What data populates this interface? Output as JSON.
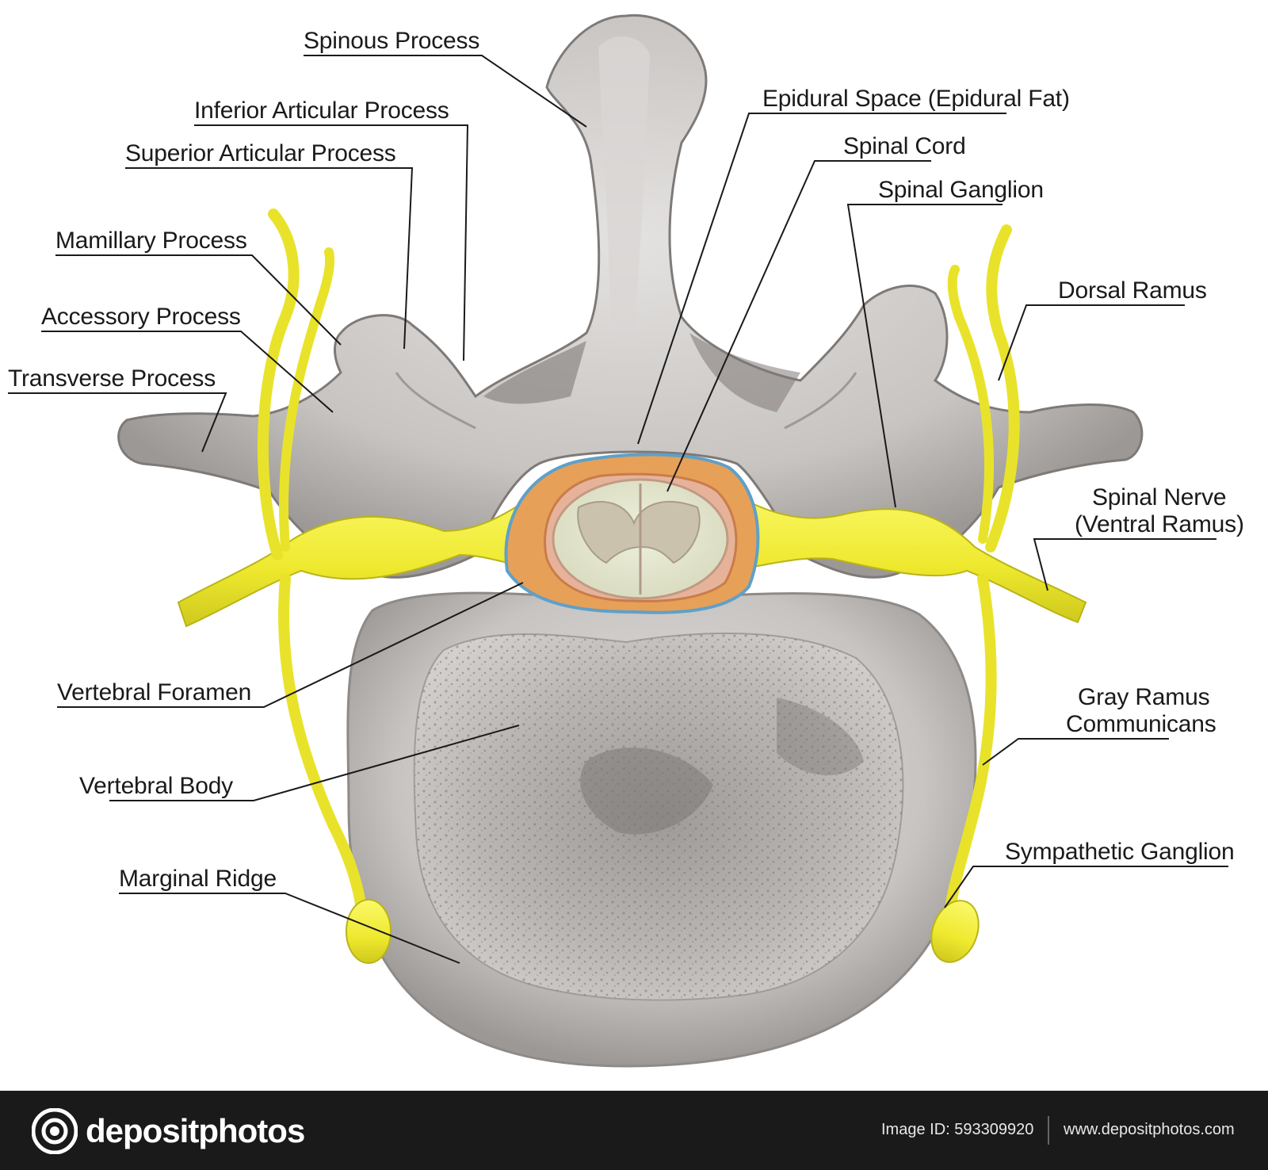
{
  "labels": {
    "spinous_process": "Spinous Process",
    "inferior_articular_process": "Inferior Articular Process",
    "superior_articular_process": "Superior Articular Process",
    "mamillary_process": "Mamillary Process",
    "accessory_process": "Accessory Process",
    "transverse_process": "Transverse Process",
    "vertebral_foramen": "Vertebral Foramen",
    "vertebral_body": "Vertebral Body",
    "marginal_ridge": "Marginal Ridge",
    "epidural_space": "Epidural Space (Epidural Fat)",
    "spinal_cord": "Spinal Cord",
    "spinal_ganglion": "Spinal Ganglion",
    "dorsal_ramus": "Dorsal Ramus",
    "spinal_nerve_line1": "Spinal Nerve",
    "spinal_nerve_line2": "(Ventral Ramus)",
    "gray_ramus_line1": "Gray Ramus",
    "gray_ramus_line2": "Communicans",
    "sympathetic_ganglion": "Sympathetic Ganglion"
  },
  "footer": {
    "brand": "depositphotos",
    "image_id": "Image ID: 593309920",
    "site": "www.depositphotos.com"
  },
  "colors": {
    "bone": "#c9c6c4",
    "bone_dark": "#8f8b89",
    "nerve": "#f2ee3a",
    "nerve_dark": "#c8c41c",
    "cord_white": "#e6ead2",
    "cord_gray": "#cfc8b4",
    "meninges": "#e8a65a",
    "footer_bg": "#1a1a1a"
  }
}
